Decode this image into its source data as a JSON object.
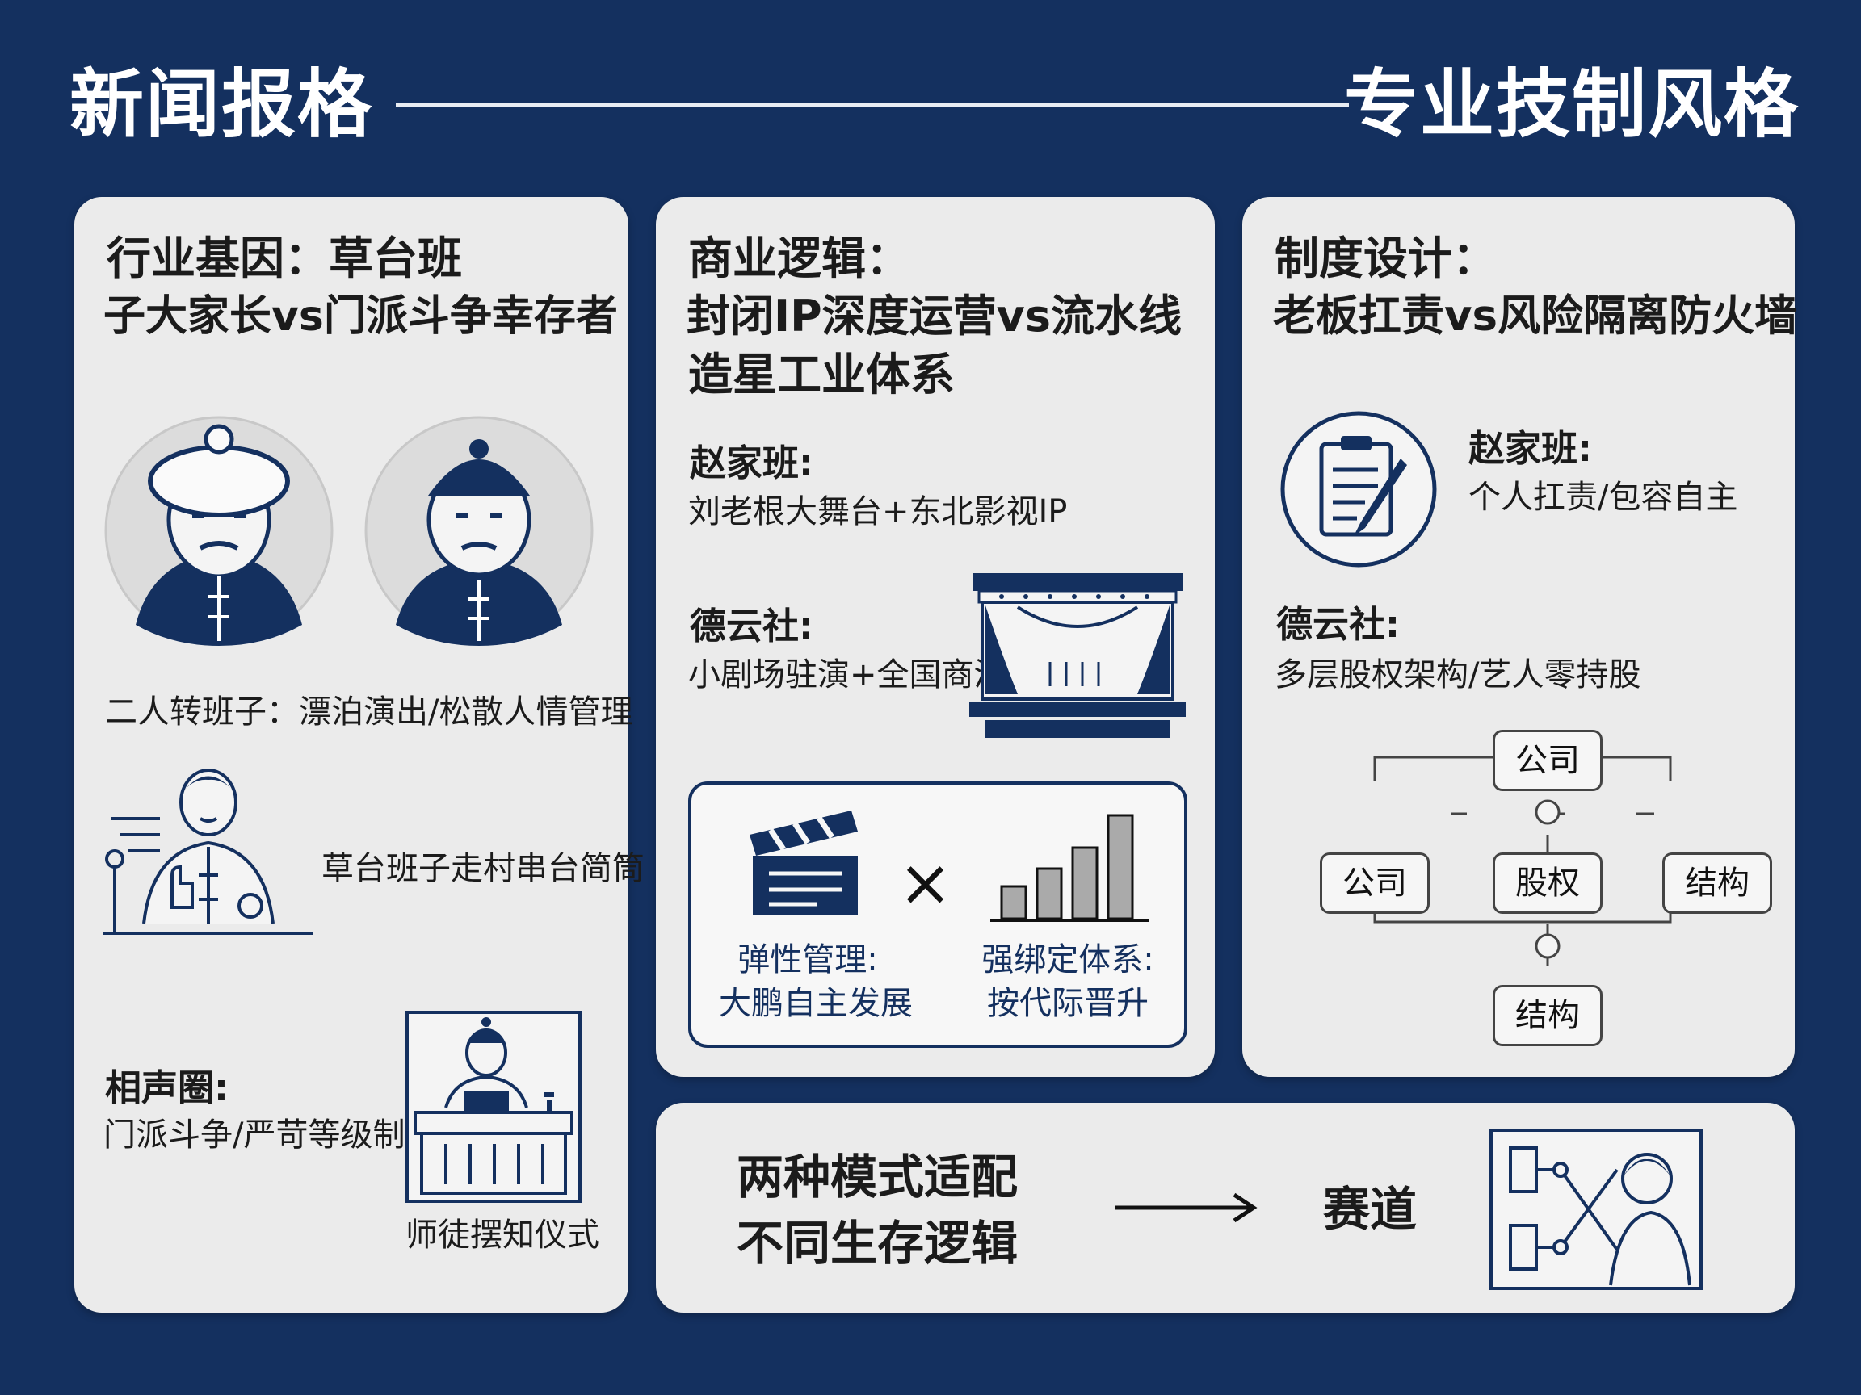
{
  "header": {
    "left_title": "新闻报格",
    "right_title": "专业技制风格"
  },
  "panel1": {
    "title_line1": "行业基因：草台班",
    "title_line2": "子大家长vs门派斗争幸存者",
    "caption_errenzhuan": "二人转班子：漂泊演出/松散人情管理",
    "caption_village": "草台班子走村串台简筒",
    "xiangsheng_label": "相声圈:",
    "xiangsheng_desc": "门派斗争/严苛等级制",
    "ritual_caption": "师徒摆知仪式"
  },
  "panel2": {
    "title_line1": "商业逻辑：",
    "title_line2": "封闭IP深度运营vs流水线",
    "title_line3": "造星工业体系",
    "zhao_label": "赵家班:",
    "zhao_desc": "刘老根大舞台+东北影视IP",
    "deyun_label": "德云社:",
    "deyun_desc": "小剧场驻演+全国商演",
    "box_left_line1": "弹性管理:",
    "box_left_line2": "大鹏自主发展",
    "box_times": "×",
    "box_right_line1": "强绑定体系:",
    "box_right_line2": "按代际晋升"
  },
  "panel3": {
    "title_line1": "制度设计：",
    "title_line2": "老板扛责vs风险隔离防火墙",
    "zhao_label": "赵家班:",
    "zhao_desc": "个人扛责/包容自主",
    "deyun_label": "德云社:",
    "deyun_desc": "多层股权架构/艺人零持股",
    "node_top": "公司",
    "node_left": "公司",
    "node_center": "股权",
    "node_right": "结构",
    "node_bottom": "结构"
  },
  "panel4": {
    "line1": "两种模式适配",
    "line2": "不同生存逻辑",
    "arrow": "⟶",
    "target": "赛道"
  },
  "colors": {
    "navy": "#14305f",
    "panel": "#ebebeb",
    "text": "#1b1b1b"
  },
  "icons": [
    "winter-hat-man-icon",
    "qing-cap-man-icon",
    "thumbs-up-man-icon",
    "performer-at-table-icon",
    "theater-stage-icon",
    "clapperboard-icon",
    "bar-chart-icon",
    "clipboard-pen-icon",
    "person-network-icon"
  ]
}
